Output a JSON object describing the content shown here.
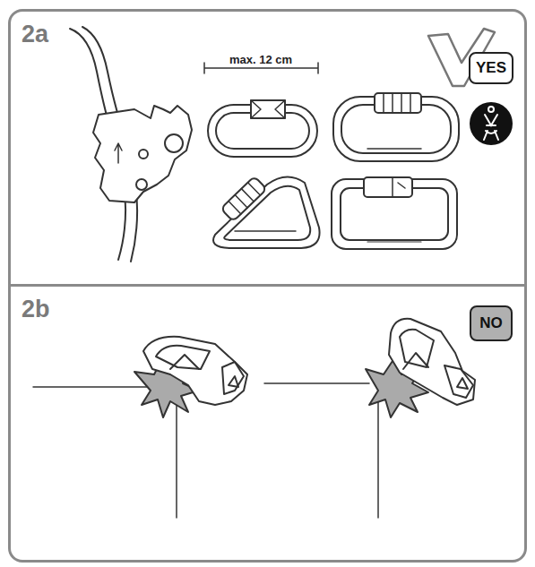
{
  "diagram": {
    "nodes": [
      {
        "text": [
          "2a"
        ]
      },
      {
        "text": [
          "YES"
        ],
        "in": 0
      },
      {
        "text": [
          "2b"
        ]
      },
      {
        "text": [
          "NO"
        ],
        "in": 2
      }
    ],
    "labels": [
      "max. 12 cm"
    ]
  }
}
